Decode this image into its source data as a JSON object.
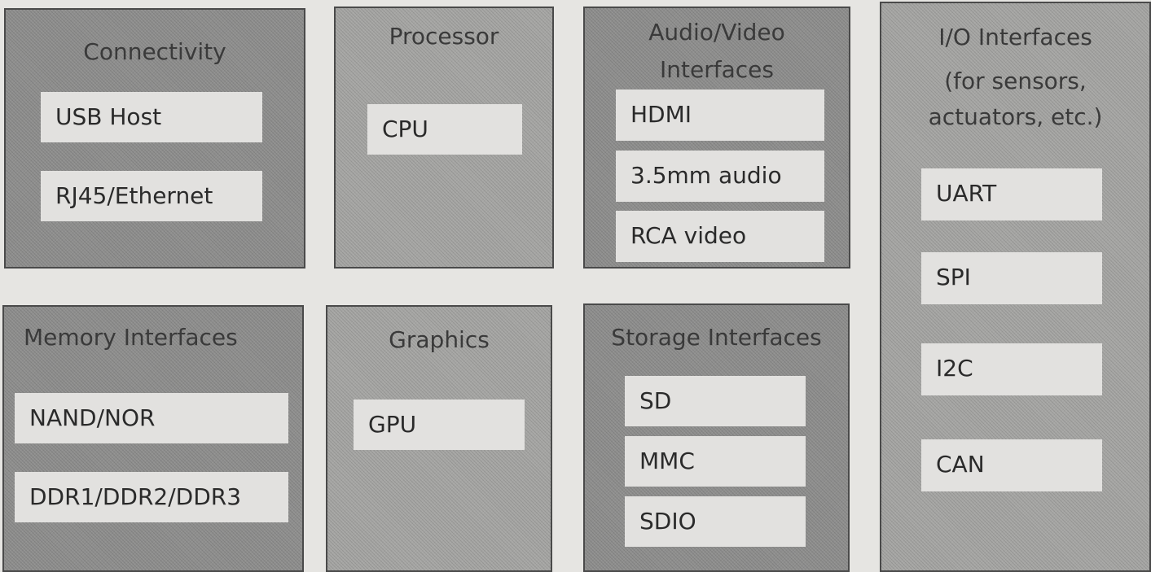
{
  "blocks": {
    "connectivity": {
      "title": "Connectivity",
      "items": [
        "USB Host",
        "RJ45/Ethernet"
      ]
    },
    "processor": {
      "title": "Processor",
      "items": [
        "CPU"
      ]
    },
    "audio_video": {
      "title_line1": "Audio/Video",
      "title_line2": "Interfaces",
      "items": [
        "HDMI",
        "3.5mm audio",
        "RCA video"
      ]
    },
    "io": {
      "title_line1": "I/O Interfaces",
      "title_line2": "(for sensors,",
      "title_line3": "actuators, etc.)",
      "items": [
        "UART",
        "SPI",
        "I2C",
        "CAN"
      ]
    },
    "memory": {
      "title": "Memory Interfaces",
      "items": [
        "NAND/NOR",
        "DDR1/DDR2/DDR3"
      ]
    },
    "graphics": {
      "title": "Graphics",
      "items": [
        "GPU"
      ]
    },
    "storage": {
      "title": "Storage Interfaces",
      "items": [
        "SD",
        "MMC",
        "SDIO"
      ]
    }
  }
}
